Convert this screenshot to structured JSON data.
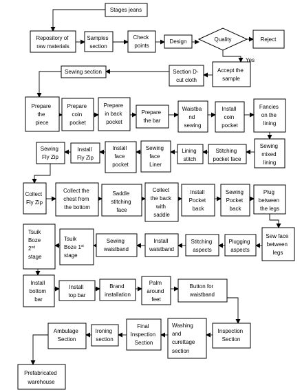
{
  "diagram": {
    "nodes": {
      "stages_jeans": "Stages jeans",
      "repository": [
        "Repository of",
        "raw materials"
      ],
      "samples": [
        "Samples",
        "section"
      ],
      "check_points": [
        "Check",
        "points"
      ],
      "design": "Design",
      "quality": "Quality",
      "reject": "Reject",
      "yes_label": "Yes",
      "sewing_section": "Sewing section",
      "section_d": [
        "Section D-",
        "cut cloth"
      ],
      "accept_sample": [
        "Accept the",
        "sample"
      ],
      "prepare_piece": [
        "Prepare",
        "the",
        "piece"
      ],
      "prepare_coin_pocket": [
        "Prepare",
        "coin",
        "pocket"
      ],
      "prepare_back_pocket": [
        "Prepare",
        "in back",
        "pocket"
      ],
      "prepare_bar": [
        "Prepare",
        "the bar"
      ],
      "waistband_sewing": [
        "Waistba",
        "nd",
        "sewing"
      ],
      "install_coin_pocket": [
        "Install",
        "coin",
        "pocket"
      ],
      "fancies_lining": [
        "Fancies",
        "on the",
        "lining"
      ],
      "sewing_fly_zip": [
        "Sewing",
        "Fly Zip"
      ],
      "install_fly_zip": [
        "Install",
        "Fly Zip"
      ],
      "install_face_pocket": [
        "Install",
        "face",
        "pocket"
      ],
      "sewing_face_liner": [
        "Sewing",
        "face",
        "Liner"
      ],
      "lining_stitch": [
        "Lining",
        "stitch"
      ],
      "stitching_pocket_face": [
        "Stitching",
        "pocket face"
      ],
      "sewing_mixed_lining": [
        "Sewing",
        "mixed",
        "lining"
      ],
      "collect_fly_zip": [
        "Collect",
        "Fly Zip"
      ],
      "collect_chest": [
        "Collect the",
        "chest from",
        "the bottom"
      ],
      "saddle_stitching": [
        "Saddle",
        "stitching",
        "face"
      ],
      "collect_back_saddle": [
        "Collect",
        "the back",
        "with",
        "saddle"
      ],
      "install_pocket_back": [
        "Install",
        "Pocket",
        "back"
      ],
      "sewing_pocket_back": [
        "Sewing",
        "Pocket",
        "back"
      ],
      "plug_between_legs": [
        "Plug",
        "between",
        "the legs"
      ],
      "tsuik_boze_2": {
        "l1": "Tsuik",
        "l2": "Boze",
        "l3": "2",
        "l3_sup": "nd",
        "l4": "stage"
      },
      "tsuik_boze_1": {
        "l1": "Tsuik",
        "l2": "Boze 1",
        "l2_sup": "st",
        "l3": "stage"
      },
      "sewing_waistband": [
        "Sewing",
        "waistband"
      ],
      "install_waistband": [
        "Install",
        "waistband"
      ],
      "stitching_aspects": [
        "Stitching",
        "aspects"
      ],
      "plugging_aspects": [
        "Plugging",
        "aspects"
      ],
      "sew_face_between_legs": [
        "Sew face",
        "between",
        "legs"
      ],
      "install_bottom_bar": [
        "Install",
        "bottom",
        "bar"
      ],
      "install_top_bar": [
        "Install",
        "top bar"
      ],
      "brand_installation": [
        "Brand",
        "installation"
      ],
      "palm_around_feet": [
        "Palm",
        "around",
        "feet"
      ],
      "button_waistband": [
        "Button for",
        "waistband"
      ],
      "ambulage_section": [
        "Ambulage",
        "Section"
      ],
      "ironing_section": [
        "Ironing",
        "section"
      ],
      "final_inspection": [
        "Final",
        "Inspection",
        "Section"
      ],
      "washing_curettage": [
        "Washing",
        "and",
        "curettage",
        "section"
      ],
      "inspection_section": [
        "Inspection",
        "Section"
      ],
      "prefabricated_warehouse": [
        "Prefabricated",
        "warehouse"
      ]
    }
  }
}
